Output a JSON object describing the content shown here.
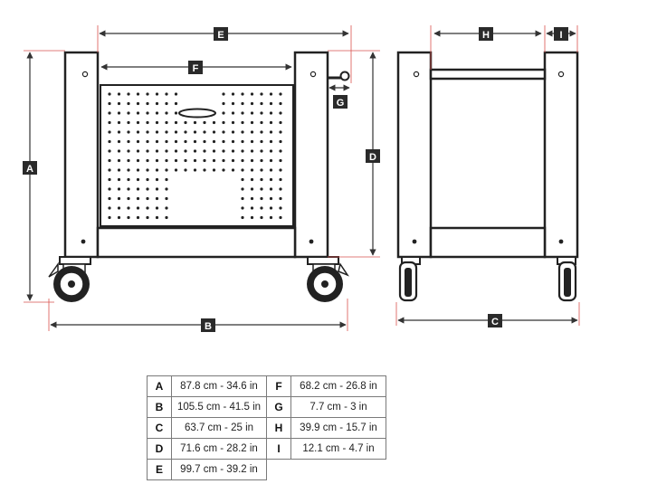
{
  "diagram": {
    "labels": {
      "A": "A",
      "B": "B",
      "C": "C",
      "D": "D",
      "E": "E",
      "F": "F",
      "G": "G",
      "H": "H",
      "I": "I"
    },
    "colors": {
      "dimension_line": "#d9534f",
      "frame": "#222222",
      "label_bg": "#2a2a2a",
      "label_text": "#ffffff"
    }
  },
  "specs": {
    "rows": [
      {
        "left_key": "A",
        "left_value": "87.8 cm - 34.6 in",
        "right_key": "F",
        "right_value": "68.2 cm - 26.8 in"
      },
      {
        "left_key": "B",
        "left_value": "105.5 cm - 41.5 in",
        "right_key": "G",
        "right_value": "7.7 cm - 3 in"
      },
      {
        "left_key": "C",
        "left_value": "63.7 cm - 25 in",
        "right_key": "H",
        "right_value": "39.9 cm - 15.7 in"
      },
      {
        "left_key": "D",
        "left_value": "71.6 cm - 28.2 in",
        "right_key": "I",
        "right_value": "12.1 cm - 4.7 in"
      },
      {
        "left_key": "E",
        "left_value": "99.7 cm - 39.2 in"
      }
    ]
  }
}
